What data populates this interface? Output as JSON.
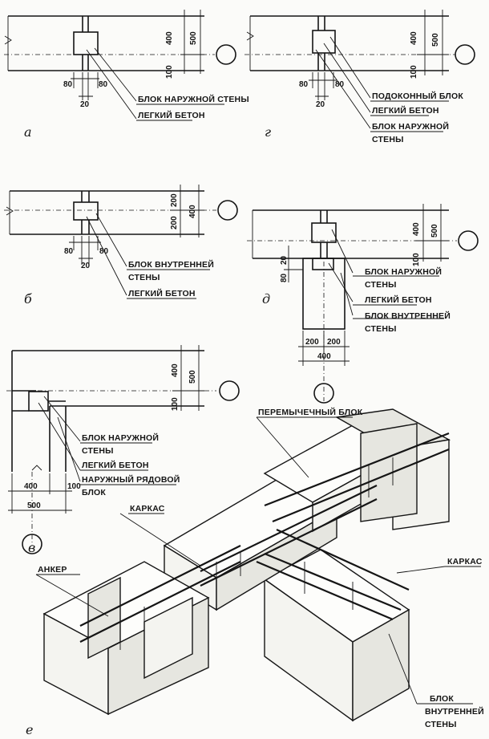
{
  "panel_a": {
    "letter": "а",
    "dims": [
      "400",
      "500",
      "100",
      "80",
      "80",
      "20"
    ],
    "labels": [
      "БЛОК НАРУЖНОЙ СТЕНЫ",
      "ЛЕГКИЙ БЕТОН"
    ]
  },
  "panel_g": {
    "letter": "г",
    "dims": [
      "400",
      "500",
      "100",
      "80",
      "80",
      "20"
    ],
    "labels": [
      "ПОДОКОННЫЙ БЛОК",
      "ЛЕГКИЙ БЕТОН",
      "БЛОК НАРУЖНОЙ",
      "СТЕНЫ"
    ]
  },
  "panel_b": {
    "letter": "б",
    "dims": [
      "200",
      "200",
      "400",
      "80",
      "80",
      "20"
    ],
    "labels": [
      "БЛОК ВНУТРЕННЕЙ",
      "СТЕНЫ",
      "ЛЕГКИЙ БЕТОН"
    ]
  },
  "panel_d": {
    "letter": "д",
    "dims": [
      "400",
      "500",
      "100",
      "20",
      "80",
      "200",
      "200",
      "400"
    ],
    "labels": [
      "БЛОК НАРУЖНОЙ",
      "СТЕНЫ",
      "ЛЕГКИЙ БЕТОН",
      "БЛОК ВНУТРЕННЕЙ",
      "СТЕНЫ"
    ]
  },
  "panel_v": {
    "letter": "в",
    "dims": [
      "400",
      "500",
      "100",
      "400",
      "100",
      "500"
    ],
    "labels": [
      "БЛОК НАРУЖНОЙ",
      "СТЕНЫ",
      "ЛЕГКИЙ БЕТОН",
      "НАРУЖНЫЙ РЯДОВОЙ",
      "БЛОК"
    ]
  },
  "panel_e": {
    "letter": "е",
    "labels": [
      "ПЕРЕМЫЧЕЧНЫЙ БЛОК",
      "КАРКАС",
      "АНКЕР",
      "КАРКАС",
      "БЛОК",
      "ВНУТРЕННЕЙ",
      "СТЕНЫ"
    ]
  }
}
